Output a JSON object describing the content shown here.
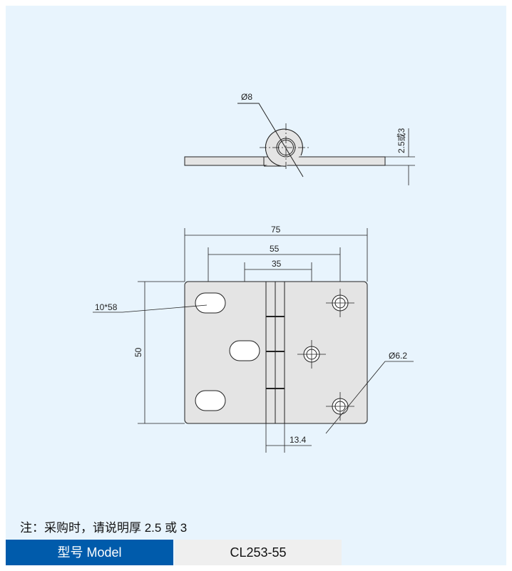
{
  "drawing": {
    "top_view": {
      "diameter_label": "Ø8",
      "thickness_label": "2.5或3"
    },
    "front_view": {
      "width_label": "75",
      "hole_span_label": "55",
      "slot_span_label": "35",
      "height_label": "50",
      "slot_label": "10*58",
      "hole_label": "Ø6.2",
      "knuckle_label": "13.4"
    }
  },
  "note": "注：采购时，请说明厚 2.5 或 3",
  "model_table": {
    "label": "型号 Model",
    "value": "CL253-55"
  },
  "colors": {
    "background": "#e8f4fd",
    "header": "#005bab",
    "cell": "#efefef"
  }
}
